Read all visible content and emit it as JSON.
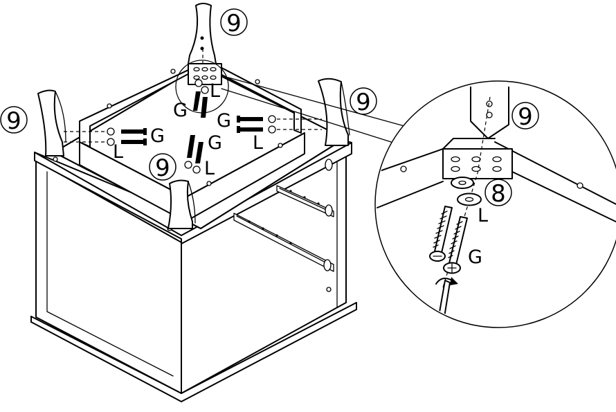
{
  "callouts": {
    "leg_part_number": "9",
    "washer_part_number": "8"
  },
  "fasteners": {
    "bolt_label": "G",
    "washer_label": "L"
  },
  "colors": {
    "line": "#000000",
    "background": "#ffffff"
  }
}
